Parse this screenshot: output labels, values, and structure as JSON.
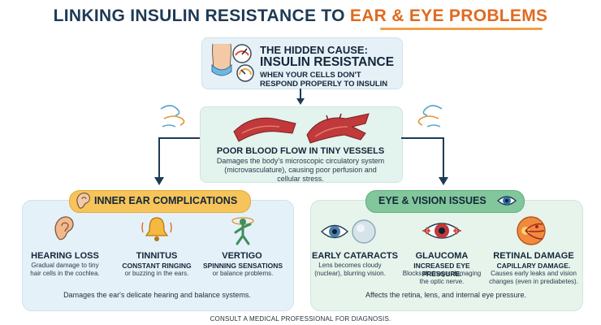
{
  "title": {
    "part1": "LINKING INSULIN RESISTANCE TO ",
    "part2": "EAR & EYE PROBLEMS"
  },
  "cause": {
    "line1": "THE HIDDEN CAUSE:",
    "line2": "INSULIN RESISTANCE",
    "line3": "WHEN YOUR CELLS DON'T RESPOND PROPERLY TO INSULIN"
  },
  "flow": {
    "heading": "POOR BLOOD FLOW IN TINY VESSELS",
    "description": "Damages the body's microscopic circulatory system (microvasculature), causing poor perfusion and cellular stress."
  },
  "ear": {
    "title": "INNER EAR COMPLICATIONS",
    "items": [
      {
        "heading": "HEARING LOSS",
        "subheading": "",
        "description": "Gradual damage to tiny hair cells in the cochlea."
      },
      {
        "heading": "TINNITUS",
        "subheading": "CONSTANT RINGING",
        "description": "or buzzing in the ears."
      },
      {
        "heading": "VERTIGO",
        "subheading": "SPINNING SENSATIONS",
        "description": "or balance problems."
      }
    ],
    "footer": "Damages the ear's delicate hearing and balance systems."
  },
  "eye": {
    "title": "EYE & VISION ISSUES",
    "items": [
      {
        "heading": "EARLY CATARACTS",
        "subheading": "",
        "description": "Lens becomes cloudy (nuclear), blurring vision."
      },
      {
        "heading": "GLAUCOMA",
        "subheading": "INCREASED EYE PRESSURE.",
        "description": "Blocks drainage, damaging the optic nerve."
      },
      {
        "heading": "RETINAL DAMAGE",
        "subheading": "CAPILLARY DAMAGE.",
        "description": "Causes early leaks and vision changes (even in prediabetes)."
      }
    ],
    "footer": "Affects the retina, lens, and internal eye pressure."
  },
  "footer": "CONSULT A MEDICAL PROFESSIONAL FOR DIAGNOSIS.",
  "colors": {
    "title": "#1e3a55",
    "title_highlight": "#e06a1f",
    "ear_pill": "#f6c45a",
    "eye_pill": "#82c79b",
    "ear_panel": "#e5f1f9",
    "eye_panel": "#e6f4ec",
    "vessel": "#c0393b",
    "arrow": "#1e3a55"
  }
}
